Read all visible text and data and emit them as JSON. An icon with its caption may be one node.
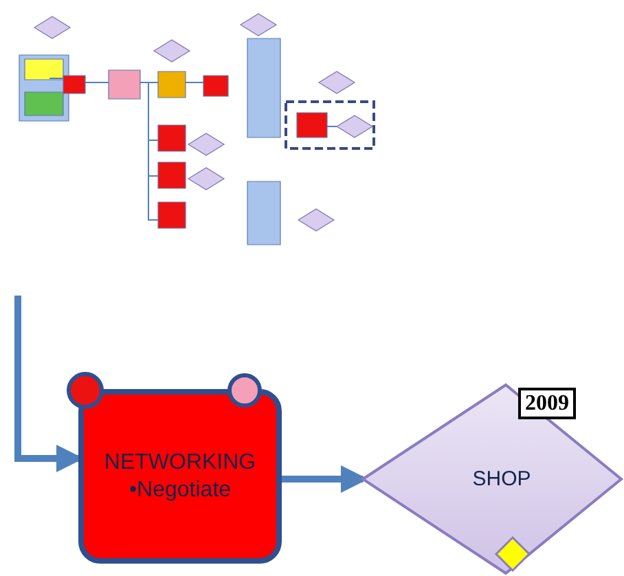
{
  "diagram": {
    "nodes": [
      {
        "text": [
          "NETWORKING",
          "•Negotiate"
        ]
      },
      {
        "text": [
          "SHOP"
        ],
        "beside": [
          "2009"
        ]
      }
    ],
    "edges": [
      {
        "from": null,
        "to": 0,
        "arrow": "to"
      },
      {
        "from": 0,
        "to": 1,
        "arrow": "to"
      }
    ]
  }
}
